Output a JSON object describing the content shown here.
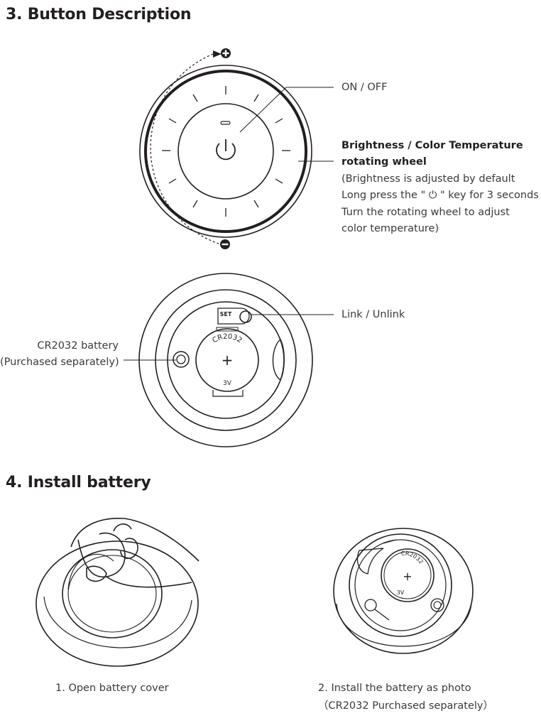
{
  "section3": {
    "heading": "3. Button Description",
    "on_off": "ON / OFF",
    "wheel_title_1": "Brightness / Color Temperature",
    "wheel_title_2": "rotating wheel",
    "wheel_desc_1": "(Brightness is adjusted by default",
    "wheel_desc_2": "Long press the \" ⏻ \" key for 3 seconds",
    "wheel_desc_3": "Turn the rotating wheel to adjust",
    "wheel_desc_4": "color temperature)",
    "plus_symbol": "+",
    "minus_symbol": "−",
    "link_unlink": "Link / Unlink",
    "battery_label_1": "CR2032 battery",
    "battery_label_2": "(Purchased separately)",
    "set_label": "SET",
    "battery_model": "CR2032",
    "battery_voltage": "3V",
    "battery_plus": "+"
  },
  "section4": {
    "heading": "4. Install battery",
    "step1": "1. Open battery cover",
    "step2_1": "2. Install the battery as photo",
    "step2_2": "（CR2032 Purchased separately）",
    "photo_model": "CR2032",
    "photo_voltage": "3V",
    "photo_plus": "+"
  },
  "colors": {
    "text": "#231f20",
    "line": "#231f20"
  }
}
